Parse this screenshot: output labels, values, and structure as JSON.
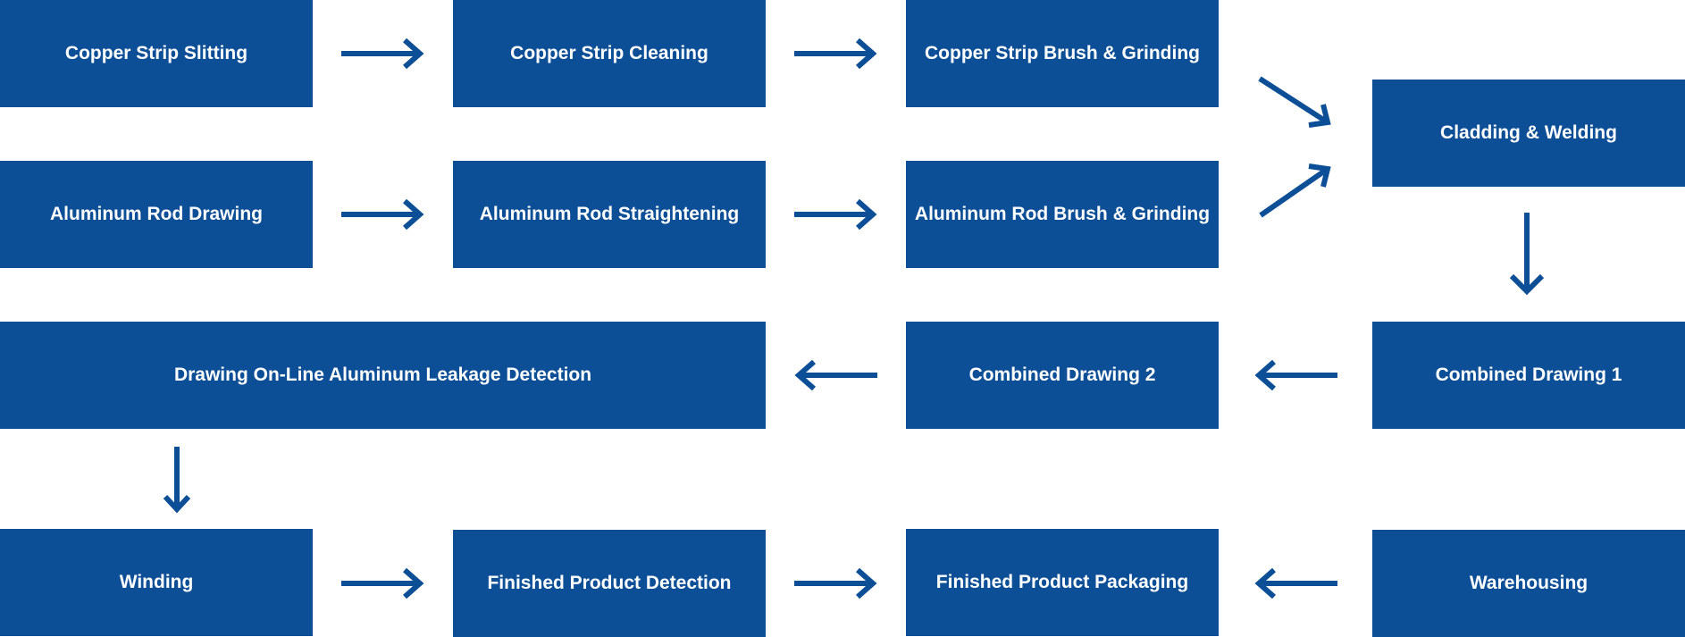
{
  "flow": {
    "copper_strip_slitting": "Copper Strip Slitting",
    "copper_strip_cleaning": "Copper Strip Cleaning",
    "copper_strip_brush_grinding": "Copper Strip Brush & Grinding",
    "cladding_welding": "Cladding & Welding",
    "aluminum_rod_drawing": "Aluminum Rod Drawing",
    "aluminum_rod_straightening": "Aluminum Rod Straightening",
    "aluminum_rod_brush_grinding": "Aluminum Rod Brush & Grinding",
    "drawing_online_leakage_detection": "Drawing On-Line Aluminum Leakage Detection",
    "combined_drawing_2": "Combined Drawing 2",
    "combined_drawing_1": "Combined Drawing 1",
    "winding": "Winding",
    "finished_product_detection": "Finished Product Detection",
    "finished_product_packaging": "Finished Product Packaging",
    "warehousing": "Warehousing"
  },
  "colors": {
    "box": "#0d4f97",
    "text": "#ffffff",
    "arrow": "#0d4f97"
  }
}
